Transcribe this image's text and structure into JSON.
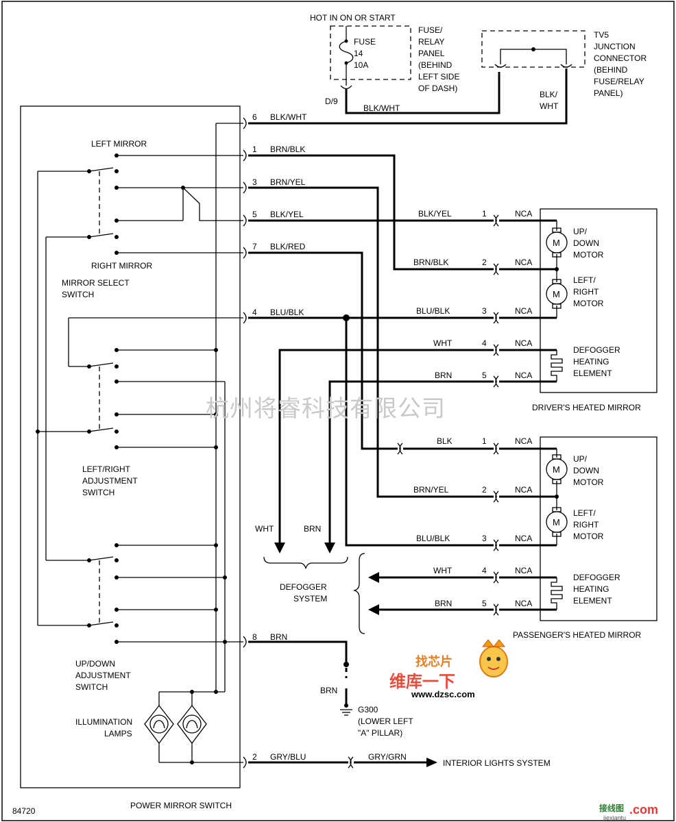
{
  "fuse_panel": {
    "hot_label": "HOT IN ON OR START",
    "fuse_line1": "FUSE",
    "fuse_line2": "14",
    "fuse_line3": "10A",
    "panel_label": [
      "FUSE/",
      "RELAY",
      "PANEL",
      "(BEHIND",
      "LEFT SIDE",
      "OF DASH)"
    ],
    "pin": "D/9",
    "wire": "BLK/WHT"
  },
  "junction": {
    "label": [
      "TV5",
      "JUNCTION",
      "CONNECTOR",
      "(BEHIND",
      "FUSE/RELAY",
      "PANEL)"
    ],
    "wire": [
      "BLK/",
      "WHT"
    ]
  },
  "switch": {
    "title": "POWER MIRROR SWITCH",
    "left_mirror": "LEFT MIRROR",
    "right_mirror": "RIGHT MIRROR",
    "mirror_select": [
      "MIRROR SELECT",
      "SWITCH"
    ],
    "lr_adjust": [
      "LEFT/RIGHT",
      "ADJUSTMENT",
      "SWITCH"
    ],
    "ud_adjust": [
      "UP/DOWN",
      "ADJUSTMENT",
      "SWITCH"
    ],
    "illum": [
      "ILLUMINATION",
      "LAMPS"
    ]
  },
  "switch_pins": [
    {
      "num": "6",
      "wire": "BLK/WHT"
    },
    {
      "num": "1",
      "wire": "BRN/BLK"
    },
    {
      "num": "3",
      "wire": "BRN/YEL"
    },
    {
      "num": "5",
      "wire": "BLK/YEL"
    },
    {
      "num": "7",
      "wire": "BLK/RED"
    },
    {
      "num": "4",
      "wire": "BLU/BLK"
    },
    {
      "num": "8",
      "wire": "BRN"
    },
    {
      "num": "2",
      "wire": "GRY/BLU"
    }
  ],
  "driver_mirror": {
    "title": "DRIVER'S HEATED MIRROR",
    "pins": [
      {
        "wire": "BLK/YEL",
        "num": "1",
        "conn": "NCA"
      },
      {
        "wire": "BRN/BLK",
        "num": "2",
        "conn": "NCA"
      },
      {
        "wire": "BLU/BLK",
        "num": "3",
        "conn": "NCA"
      },
      {
        "wire": "WHT",
        "num": "4",
        "conn": "NCA"
      },
      {
        "wire": "BRN",
        "num": "5",
        "conn": "NCA"
      }
    ],
    "ud_motor": [
      "UP/",
      "DOWN",
      "MOTOR"
    ],
    "lr_motor": [
      "LEFT/",
      "RIGHT",
      "MOTOR"
    ],
    "defogger": [
      "DEFOGGER",
      "HEATING",
      "ELEMENT"
    ]
  },
  "passenger_mirror": {
    "title": "PASSENGER'S HEATED MIRROR",
    "pins": [
      {
        "wire": "BLK",
        "num": "1",
        "conn": "NCA"
      },
      {
        "wire": "BRN/YEL",
        "num": "2",
        "conn": "NCA"
      },
      {
        "wire": "BLU/BLK",
        "num": "3",
        "conn": "NCA"
      },
      {
        "wire": "WHT",
        "num": "4",
        "conn": "NCA"
      },
      {
        "wire": "BRN",
        "num": "5",
        "conn": "NCA"
      }
    ],
    "ud_motor": [
      "UP/",
      "DOWN",
      "MOTOR"
    ],
    "lr_motor": [
      "LEFT/",
      "RIGHT",
      "MOTOR"
    ],
    "defogger": [
      "DEFOGGER",
      "HEATING",
      "ELEMENT"
    ]
  },
  "defogger_system": {
    "label": [
      "DEFOGGER",
      "SYSTEM"
    ],
    "wht": "WHT",
    "brn": "BRN"
  },
  "ground": {
    "wire": "BRN",
    "label": [
      "G300",
      "(LOWER LEFT",
      "\"A\" PILLAR)"
    ]
  },
  "interior": {
    "wire": "GRY/GRN",
    "label": "INTERIOR LIGHTS SYSTEM"
  },
  "figure_id": "84720",
  "watermarks": {
    "center": "杭州将睿科技有限公司",
    "badge_top": "找芯片",
    "badge_main": "维库一下",
    "badge_url": "www.dzsc.com",
    "corner_cn": "接线图",
    "corner_com": ".com",
    "corner_url": "jiexiantu"
  }
}
